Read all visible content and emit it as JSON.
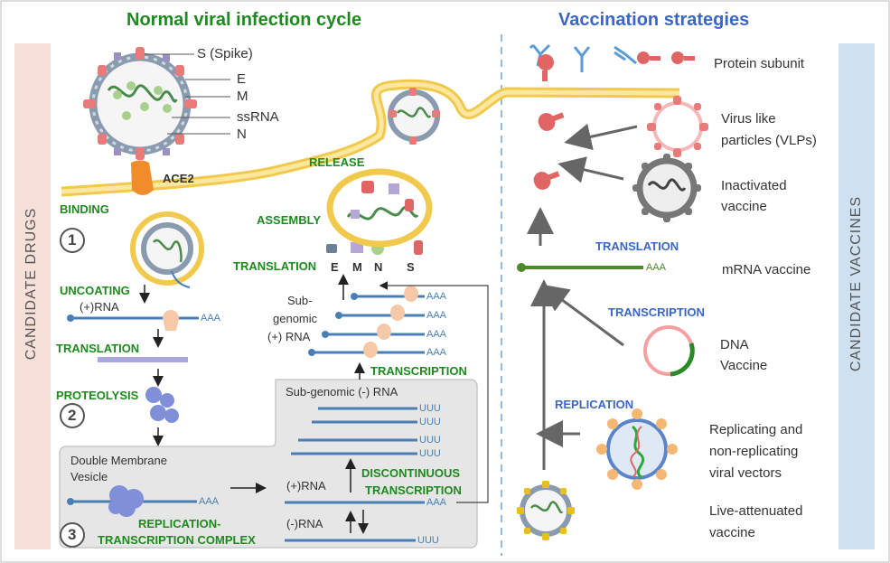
{
  "titles": {
    "left": "Normal viral infection cycle",
    "right": "Vaccination strategies"
  },
  "side_labels": {
    "left": "CANDIDATE   DRUGS",
    "right": "CANDIDATE   VACCINES"
  },
  "virion_parts": {
    "s": "S (Spike)",
    "e": "E",
    "m": "M",
    "ssrna": "ssRNA",
    "n": "N",
    "receptor": "ACE2"
  },
  "steps": {
    "binding": "BINDING",
    "uncoating": "UNCOATING",
    "translation1": "TRANSLATION",
    "proteolysis": "PROTEOLYSIS",
    "rtc_line1": "REPLICATION-",
    "rtc_line2": "TRANSCRIPTION COMPLEX",
    "discont_line1": "DISCONTINUOUS",
    "discont_line2": "TRANSCRIPTION",
    "transcription": "TRANSCRIPTION",
    "translation2": "TRANSLATION",
    "assembly": "ASSEMBLY",
    "release": "RELEASE"
  },
  "numbers": {
    "one": "1",
    "two": "2",
    "three": "3"
  },
  "rna": {
    "plus_rna": "(+)RNA",
    "plus_rna_2": "(+)RNA",
    "minus_rna": "(-)RNA",
    "aaa": "AAA",
    "uuu": "UUU",
    "dmv_line1": "Double Membrane",
    "dmv_line2": "Vesicle",
    "subgenomic_minus": "Sub-genomic (-) RNA",
    "subgenomic_plus_1": "Sub-",
    "subgenomic_plus_2": "genomic",
    "subgenomic_plus_3": "(+) RNA"
  },
  "proteins": {
    "e": "E",
    "m": "M",
    "n": "N",
    "s": "S"
  },
  "vaccines": {
    "protein_subunit": "Protein subunit",
    "vlp_line1": "Virus like",
    "vlp_line2": "particles (VLPs)",
    "inactivated_line1": "Inactivated",
    "inactivated_line2": "vaccine",
    "translation": "TRANSLATION",
    "mrna": "mRNA vaccine",
    "mrna_aaa": "AAA",
    "transcription": "TRANSCRIPTION",
    "dna_line1": "DNA",
    "dna_line2": "Vaccine",
    "replication": "REPLICATION",
    "vector_line1": "Replicating and",
    "vector_line2": "non-replicating",
    "vector_line3": "viral vectors",
    "live_line1": "Live-attenuated",
    "live_line2": "vaccine"
  },
  "colors": {
    "left_title": "#1e8a1e",
    "right_title": "#3a66c8",
    "membrane": "#f5d76e",
    "rna": "#4a7fb5",
    "spike": "#e06666",
    "side_left": "#f7e0d8",
    "side_right": "#cfe0f0"
  }
}
